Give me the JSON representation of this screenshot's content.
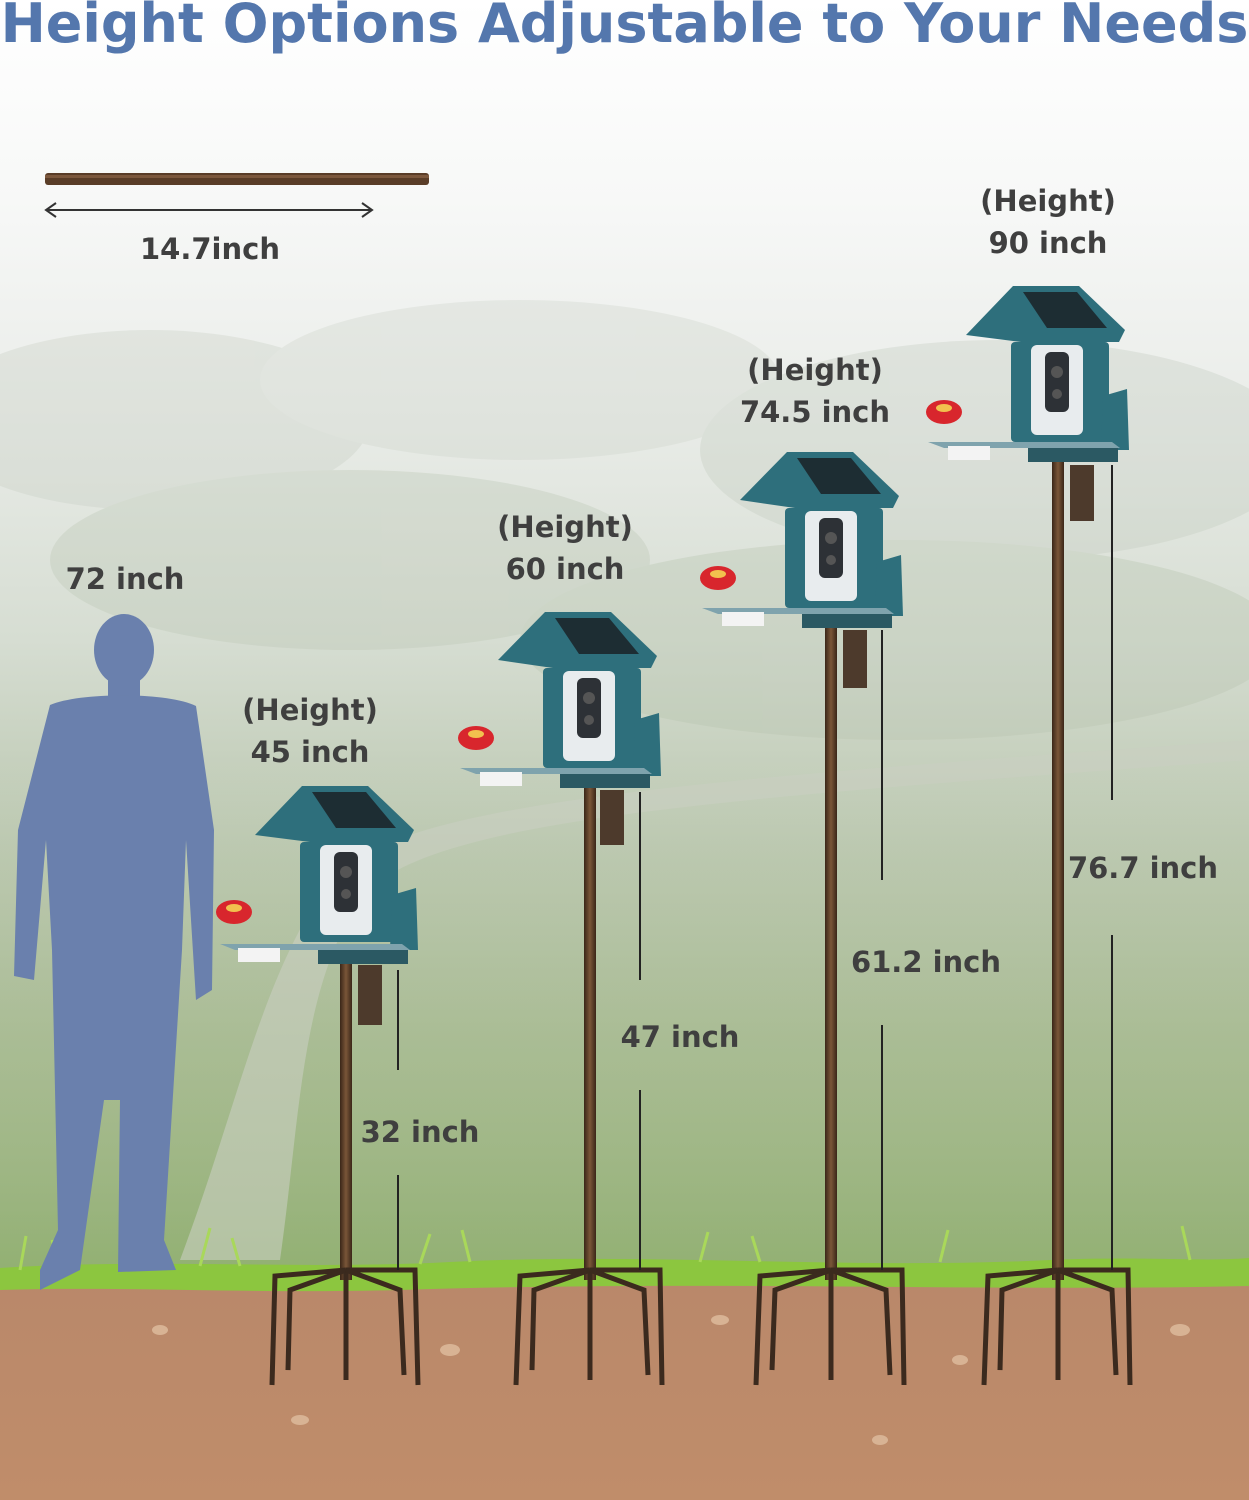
{
  "title": "Height Options Adjustable to Your Needs",
  "rod_length_label": "14.7inch",
  "person_height_label": "72 inch",
  "colors": {
    "title": "#5477ad",
    "person": "#6a80ad",
    "feeder_body": "#2e6f7c",
    "pole": "#5a3f2a",
    "soil": "#b48664",
    "grass": "#8cc63f"
  },
  "options": [
    {
      "height_caption": "(Height)",
      "height_value": "45 inch",
      "pole_label": "32 inch"
    },
    {
      "height_caption": "(Height)",
      "height_value": "60 inch",
      "pole_label": "47 inch"
    },
    {
      "height_caption": "(Height)",
      "height_value": "74.5 inch",
      "pole_label": "61.2 inch"
    },
    {
      "height_caption": "(Height)",
      "height_value": "90 inch",
      "pole_label": "76.7 inch"
    }
  ]
}
